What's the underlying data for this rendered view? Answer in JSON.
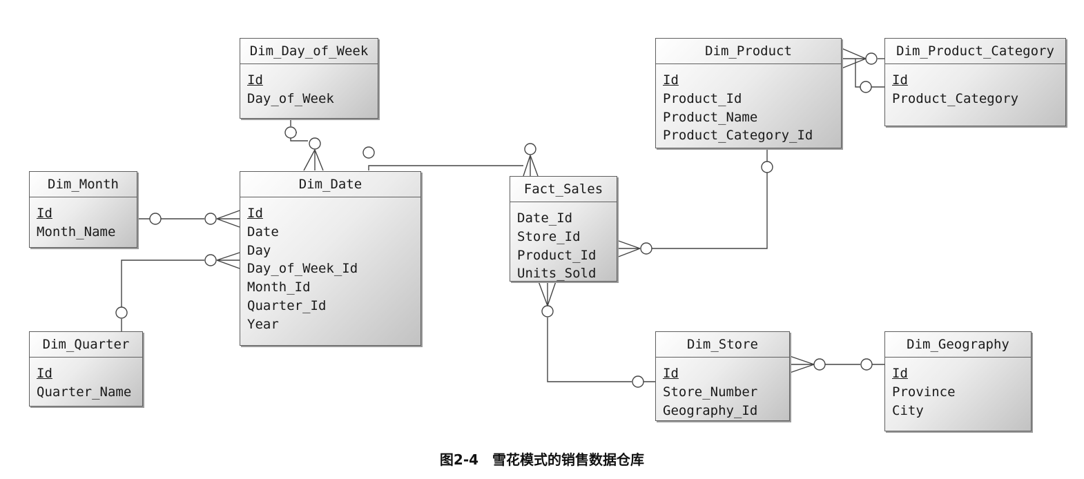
{
  "entities": {
    "dim_day_of_week": {
      "title": "Dim_Day_of_Week",
      "fields": [
        "Id",
        "Day_of_Week"
      ]
    },
    "dim_month": {
      "title": "Dim_Month",
      "fields": [
        "Id",
        "Month_Name"
      ]
    },
    "dim_date": {
      "title": "Dim_Date",
      "fields": [
        "Id",
        "Date",
        "Day",
        "Day_of_Week_Id",
        "Month_Id",
        "Quarter_Id",
        "Year"
      ]
    },
    "dim_quarter": {
      "title": "Dim_Quarter",
      "fields": [
        "Id",
        "Quarter_Name"
      ]
    },
    "fact_sales": {
      "title": "Fact_Sales",
      "fields": [
        "Date_Id",
        "Store_Id",
        "Product_Id",
        "Units_Sold"
      ]
    },
    "dim_product": {
      "title": "Dim_Product",
      "fields": [
        "Id",
        "Product_Id",
        "Product_Name",
        "Product_Category_Id"
      ]
    },
    "dim_product_category": {
      "title": "Dim_Product_Category",
      "fields": [
        "Id",
        "Product_Category"
      ]
    },
    "dim_store": {
      "title": "Dim_Store",
      "fields": [
        "Id",
        "Store_Number",
        "Geography_Id"
      ]
    },
    "dim_geography": {
      "title": "Dim_Geography",
      "fields": [
        "Id",
        "Province",
        "City"
      ]
    }
  },
  "caption": "图2-4　雪花模式的销售数据仓库"
}
